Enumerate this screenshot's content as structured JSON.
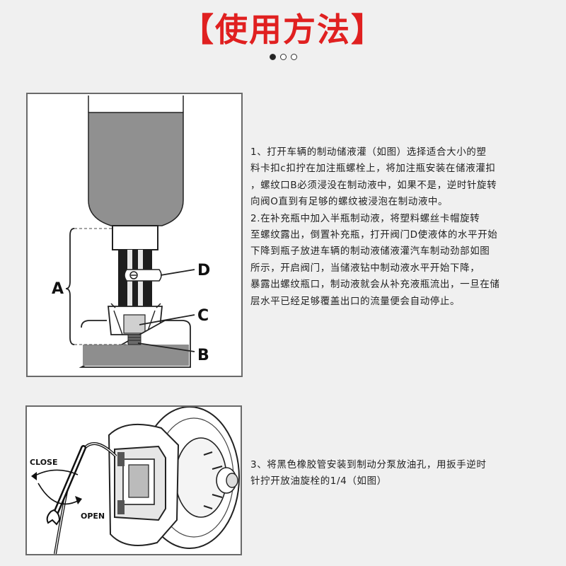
{
  "title": "【使用方法】",
  "carousel": {
    "total": 3,
    "active": 0
  },
  "diagram1": {
    "labels": {
      "a": "A",
      "b": "B",
      "c": "C",
      "d": "D"
    }
  },
  "diagram2": {
    "labels": {
      "close": "CLOSE",
      "open": "OPEN"
    }
  },
  "step1_lines": [
    "1、打开车辆的制动储液灌（如图）选择适合大小的塑",
    "料卡扣c扣拧在加注瓶螺栓上，将加注瓶安装在储液灌扣",
    "，螺纹口B必须浸没在制动液中，如果不是，逆时针旋转",
    "向阀O直到有足够的螺纹被浸泡在制动液中。",
    "2.在补充瓶中加入半瓶制动液，将塑料螺丝卡帽旋转",
    "至螺纹露出，倒置补充瓶，打开阀门D使液体的水平开始",
    "下降到瓶子放进车辆的制动液储液灌汽车制动劲部如图",
    "所示，开启阀门，当储液钻中制动液水平开始下降，",
    "暴露出螺纹瓶口，制动液就会从补充液瓶流出，一旦在储",
    "层水平已经足够覆盖出口的流量便会自动停止。"
  ],
  "step3_lines": [
    "3、将黑色橡胶管安装到制动分泵放油孔，用扳手逆时",
    "针拧开放油旋栓的1/4（如图）"
  ]
}
